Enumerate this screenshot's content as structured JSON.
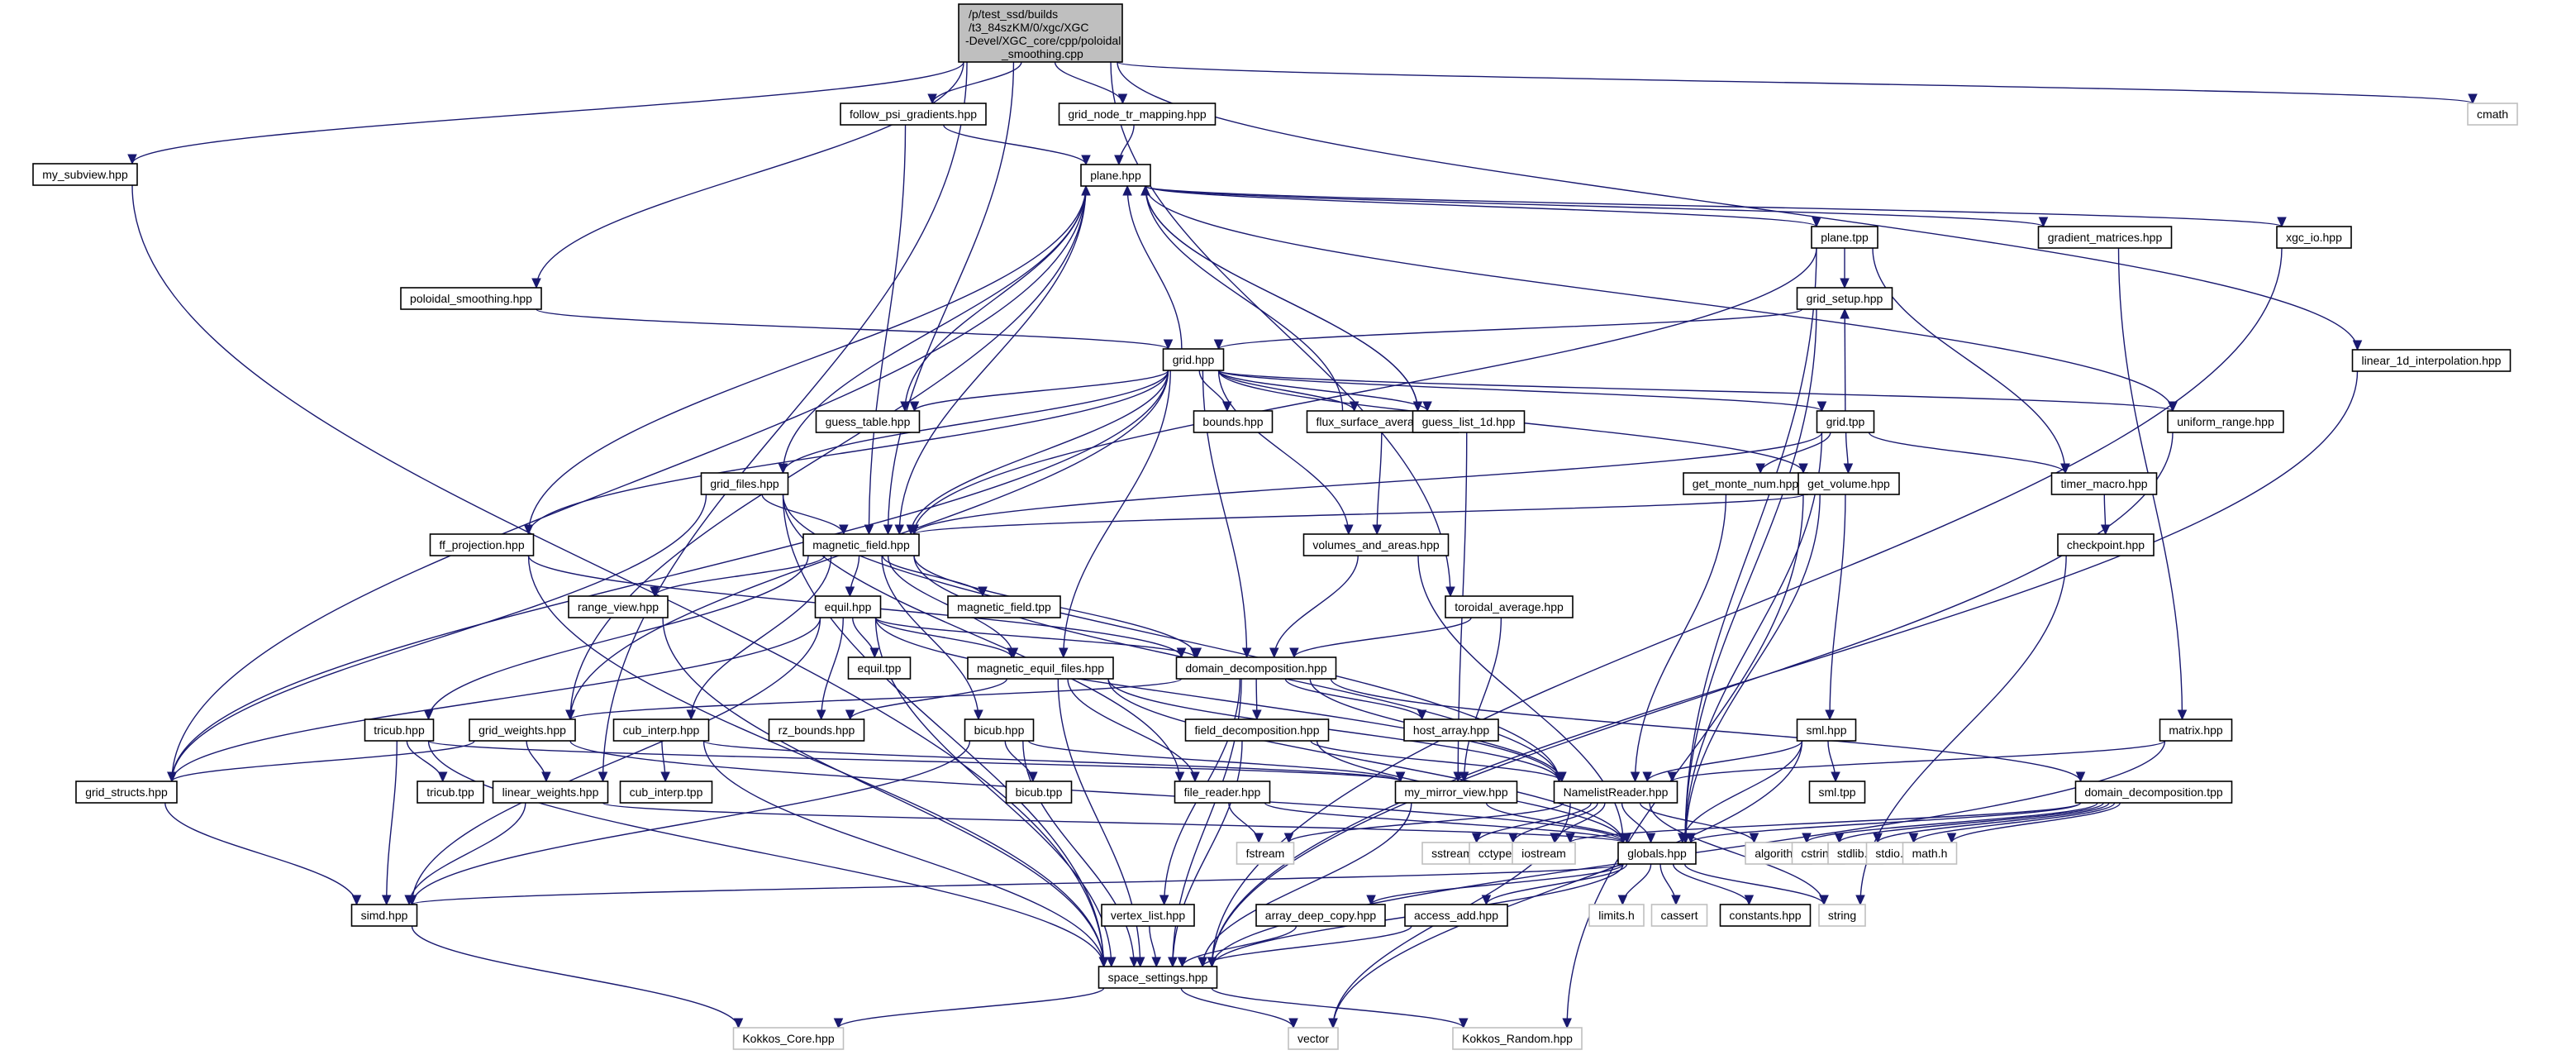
{
  "title": "Include dependency graph for poloidal_smoothing.cpp",
  "colors": {
    "edge": "#191970",
    "root_fill": "#bfbfbf",
    "node_border": "#000000",
    "external_border": "#bfbfbf"
  },
  "root": {
    "id": "root",
    "lines": [
      "/p/test_ssd/builds",
      "/t3_84szKM/0/xgc/XGC",
      "-Devel/XGC_core/cpp/poloidal",
      "_smoothing.cpp"
    ]
  },
  "nodes": [
    {
      "id": "my_subview",
      "label": "my_subview.hpp",
      "external": false
    },
    {
      "id": "follow_psi",
      "label": "follow_psi_gradients.hpp",
      "external": false
    },
    {
      "id": "grid_node_tr",
      "label": "grid_node_tr_mapping.hpp",
      "external": false
    },
    {
      "id": "cmath",
      "label": "cmath",
      "external": true
    },
    {
      "id": "plane_hpp",
      "label": "plane.hpp",
      "external": false
    },
    {
      "id": "plane_tpp",
      "label": "plane.tpp",
      "external": false
    },
    {
      "id": "gradient_matrices",
      "label": "gradient_matrices.hpp",
      "external": false
    },
    {
      "id": "xgc_io",
      "label": "xgc_io.hpp",
      "external": false
    },
    {
      "id": "poloidal_smoothing_hpp",
      "label": "poloidal_smoothing.hpp",
      "external": false
    },
    {
      "id": "grid_setup",
      "label": "grid_setup.hpp",
      "external": false
    },
    {
      "id": "grid_hpp",
      "label": "grid.hpp",
      "external": false
    },
    {
      "id": "linear_1d",
      "label": "linear_1d_interpolation.hpp",
      "external": false
    },
    {
      "id": "guess_table",
      "label": "guess_table.hpp",
      "external": false
    },
    {
      "id": "bounds",
      "label": "bounds.hpp",
      "external": false
    },
    {
      "id": "flux_surface",
      "label": "flux_surface_average.hpp",
      "external": false
    },
    {
      "id": "guess_list_1d",
      "label": "guess_list_1d.hpp",
      "external": false
    },
    {
      "id": "grid_tpp",
      "label": "grid.tpp",
      "external": false
    },
    {
      "id": "uniform_range",
      "label": "uniform_range.hpp",
      "external": false
    },
    {
      "id": "grid_files",
      "label": "grid_files.hpp",
      "external": false
    },
    {
      "id": "get_monte_num",
      "label": "get_monte_num.hpp",
      "external": false
    },
    {
      "id": "get_volume",
      "label": "get_volume.hpp",
      "external": false
    },
    {
      "id": "timer_macro",
      "label": "timer_macro.hpp",
      "external": false
    },
    {
      "id": "ff_projection",
      "label": "ff_projection.hpp",
      "external": false
    },
    {
      "id": "magnetic_field_hpp",
      "label": "magnetic_field.hpp",
      "external": false
    },
    {
      "id": "volumes_and_areas",
      "label": "volumes_and_areas.hpp",
      "external": false
    },
    {
      "id": "checkpoint",
      "label": "checkpoint.hpp",
      "external": false
    },
    {
      "id": "range_view",
      "label": "range_view.hpp",
      "external": false
    },
    {
      "id": "equil_hpp",
      "label": "equil.hpp",
      "external": false
    },
    {
      "id": "magnetic_field_tpp",
      "label": "magnetic_field.tpp",
      "external": false
    },
    {
      "id": "toroidal_average",
      "label": "toroidal_average.hpp",
      "external": false
    },
    {
      "id": "equil_tpp",
      "label": "equil.tpp",
      "external": false
    },
    {
      "id": "magnetic_equil_files",
      "label": "magnetic_equil_files.hpp",
      "external": false
    },
    {
      "id": "domain_decomposition_hpp",
      "label": "domain_decomposition.hpp",
      "external": false
    },
    {
      "id": "tricub_hpp",
      "label": "tricub.hpp",
      "external": false
    },
    {
      "id": "grid_weights",
      "label": "grid_weights.hpp",
      "external": false
    },
    {
      "id": "cub_interp_hpp",
      "label": "cub_interp.hpp",
      "external": false
    },
    {
      "id": "rz_bounds",
      "label": "rz_bounds.hpp",
      "external": false
    },
    {
      "id": "bicub_hpp",
      "label": "bicub.hpp",
      "external": false
    },
    {
      "id": "field_decomposition",
      "label": "field_decomposition.hpp",
      "external": false
    },
    {
      "id": "host_array",
      "label": "host_array.hpp",
      "external": false
    },
    {
      "id": "sml_hpp",
      "label": "sml.hpp",
      "external": false
    },
    {
      "id": "matrix_hpp",
      "label": "matrix.hpp",
      "external": false
    },
    {
      "id": "grid_structs",
      "label": "grid_structs.hpp",
      "external": false
    },
    {
      "id": "tricub_tpp",
      "label": "tricub.tpp",
      "external": false
    },
    {
      "id": "linear_weights",
      "label": "linear_weights.hpp",
      "external": false
    },
    {
      "id": "cub_interp_tpp",
      "label": "cub_interp.tpp",
      "external": false
    },
    {
      "id": "bicub_tpp",
      "label": "bicub.tpp",
      "external": false
    },
    {
      "id": "file_reader",
      "label": "file_reader.hpp",
      "external": false
    },
    {
      "id": "my_mirror_view",
      "label": "my_mirror_view.hpp",
      "external": false
    },
    {
      "id": "namelist_reader",
      "label": "NamelistReader.hpp",
      "external": false
    },
    {
      "id": "sml_tpp",
      "label": "sml.tpp",
      "external": false
    },
    {
      "id": "domain_decomposition_tpp",
      "label": "domain_decomposition.tpp",
      "external": false
    },
    {
      "id": "fstream",
      "label": "fstream",
      "external": true
    },
    {
      "id": "sstream",
      "label": "sstream",
      "external": true
    },
    {
      "id": "cctype",
      "label": "cctype",
      "external": true
    },
    {
      "id": "iostream",
      "label": "iostream",
      "external": true
    },
    {
      "id": "globals",
      "label": "globals.hpp",
      "external": false
    },
    {
      "id": "algorithm",
      "label": "algorithm",
      "external": true
    },
    {
      "id": "cstring",
      "label": "cstring",
      "external": true
    },
    {
      "id": "stdlib",
      "label": "stdlib.h",
      "external": true
    },
    {
      "id": "stdio",
      "label": "stdio.h",
      "external": true
    },
    {
      "id": "math_h",
      "label": "math.h",
      "external": true
    },
    {
      "id": "simd",
      "label": "simd.hpp",
      "external": false
    },
    {
      "id": "vertex_list",
      "label": "vertex_list.hpp",
      "external": false
    },
    {
      "id": "array_deep_copy",
      "label": "array_deep_copy.hpp",
      "external": false
    },
    {
      "id": "access_add",
      "label": "access_add.hpp",
      "external": false
    },
    {
      "id": "limits_h",
      "label": "limits.h",
      "external": true
    },
    {
      "id": "cassert",
      "label": "cassert",
      "external": true
    },
    {
      "id": "constants",
      "label": "constants.hpp",
      "external": false
    },
    {
      "id": "string",
      "label": "string",
      "external": true
    },
    {
      "id": "space_settings",
      "label": "space_settings.hpp",
      "external": false
    },
    {
      "id": "kokkos_core",
      "label": "Kokkos_Core.hpp",
      "external": true
    },
    {
      "id": "vector",
      "label": "vector",
      "external": true
    },
    {
      "id": "kokkos_random",
      "label": "Kokkos_Random.hpp",
      "external": true
    }
  ],
  "edges": [
    [
      "root",
      "my_subview"
    ],
    [
      "root",
      "follow_psi"
    ],
    [
      "root",
      "grid_node_tr"
    ],
    [
      "root",
      "cmath"
    ],
    [
      "root",
      "poloidal_smoothing_hpp"
    ],
    [
      "root",
      "linear_1d"
    ],
    [
      "root",
      "toroidal_average"
    ],
    [
      "root",
      "linear_weights"
    ],
    [
      "root",
      "magnetic_field_hpp"
    ],
    [
      "my_subview",
      "space_settings"
    ],
    [
      "follow_psi",
      "plane_hpp"
    ],
    [
      "follow_psi",
      "magnetic_field_hpp"
    ],
    [
      "grid_node_tr",
      "plane_hpp"
    ],
    [
      "plane_hpp",
      "plane_tpp"
    ],
    [
      "plane_hpp",
      "gradient_matrices"
    ],
    [
      "plane_hpp",
      "xgc_io"
    ],
    [
      "plane_hpp",
      "guess_table"
    ],
    [
      "plane_hpp",
      "grid_files"
    ],
    [
      "plane_hpp",
      "magnetic_field_hpp"
    ],
    [
      "plane_hpp",
      "grid_structs"
    ],
    [
      "plane_hpp",
      "grid_weights"
    ],
    [
      "plane_hpp",
      "uniform_range"
    ],
    [
      "plane_hpp",
      "guess_list_1d"
    ],
    [
      "plane_tpp",
      "grid_setup"
    ],
    [
      "plane_tpp",
      "magnetic_field_hpp"
    ],
    [
      "plane_tpp",
      "timer_macro"
    ],
    [
      "plane_tpp",
      "globals"
    ],
    [
      "gradient_matrices",
      "matrix_hpp"
    ],
    [
      "xgc_io",
      "space_settings"
    ],
    [
      "poloidal_smoothing_hpp",
      "grid_hpp"
    ],
    [
      "grid_setup",
      "grid_hpp"
    ],
    [
      "grid_setup",
      "globals"
    ],
    [
      "grid_hpp",
      "plane_hpp"
    ],
    [
      "grid_hpp",
      "guess_table"
    ],
    [
      "grid_hpp",
      "bounds"
    ],
    [
      "grid_hpp",
      "flux_surface"
    ],
    [
      "grid_hpp",
      "guess_list_1d"
    ],
    [
      "grid_hpp",
      "grid_tpp"
    ],
    [
      "grid_hpp",
      "uniform_range"
    ],
    [
      "grid_hpp",
      "grid_files"
    ],
    [
      "grid_hpp",
      "ff_projection"
    ],
    [
      "grid_hpp",
      "magnetic_field_hpp"
    ],
    [
      "grid_hpp",
      "volumes_and_areas"
    ],
    [
      "grid_hpp",
      "grid_structs"
    ],
    [
      "grid_hpp",
      "grid_weights"
    ],
    [
      "grid_hpp",
      "magnetic_equil_files"
    ],
    [
      "grid_hpp",
      "domain_decomposition_hpp"
    ],
    [
      "grid_hpp",
      "get_volume"
    ],
    [
      "linear_1d",
      "space_settings"
    ],
    [
      "flux_surface",
      "plane_hpp"
    ],
    [
      "flux_surface",
      "volumes_and_areas"
    ],
    [
      "guess_list_1d",
      "plane_hpp"
    ],
    [
      "guess_list_1d",
      "my_mirror_view"
    ],
    [
      "grid_tpp",
      "grid_setup"
    ],
    [
      "grid_tpp",
      "get_monte_num"
    ],
    [
      "grid_tpp",
      "get_volume"
    ],
    [
      "grid_tpp",
      "timer_macro"
    ],
    [
      "grid_tpp",
      "magnetic_field_hpp"
    ],
    [
      "grid_tpp",
      "globals"
    ],
    [
      "uniform_range",
      "space_settings"
    ],
    [
      "grid_files",
      "magnetic_field_hpp"
    ],
    [
      "grid_files",
      "grid_structs"
    ],
    [
      "grid_files",
      "file_reader"
    ],
    [
      "grid_files",
      "namelist_reader"
    ],
    [
      "grid_files",
      "space_settings"
    ],
    [
      "get_monte_num",
      "namelist_reader"
    ],
    [
      "get_volume",
      "magnetic_field_hpp"
    ],
    [
      "get_volume",
      "sml_hpp"
    ],
    [
      "get_volume",
      "globals"
    ],
    [
      "get_volume",
      "kokkos_random"
    ],
    [
      "timer_macro",
      "checkpoint"
    ],
    [
      "checkpoint",
      "string"
    ],
    [
      "ff_projection",
      "plane_hpp"
    ],
    [
      "ff_projection",
      "domain_decomposition_hpp"
    ],
    [
      "ff_projection",
      "space_settings"
    ],
    [
      "magnetic_field_hpp",
      "range_view"
    ],
    [
      "magnetic_field_hpp",
      "equil_hpp"
    ],
    [
      "magnetic_field_hpp",
      "magnetic_field_tpp"
    ],
    [
      "magnetic_field_hpp",
      "magnetic_equil_files"
    ],
    [
      "magnetic_field_hpp",
      "domain_decomposition_hpp"
    ],
    [
      "magnetic_field_hpp",
      "tricub_hpp"
    ],
    [
      "magnetic_field_hpp",
      "cub_interp_hpp"
    ],
    [
      "magnetic_field_hpp",
      "bicub_hpp"
    ],
    [
      "magnetic_field_hpp",
      "namelist_reader"
    ],
    [
      "volumes_and_areas",
      "domain_decomposition_hpp"
    ],
    [
      "volumes_and_areas",
      "globals"
    ],
    [
      "range_view",
      "space_settings"
    ],
    [
      "equil_hpp",
      "equil_tpp"
    ],
    [
      "equil_hpp",
      "rz_bounds"
    ],
    [
      "equil_hpp",
      "magnetic_equil_files"
    ],
    [
      "equil_hpp",
      "grid_structs"
    ],
    [
      "equil_hpp",
      "simd"
    ],
    [
      "equil_hpp",
      "space_settings"
    ],
    [
      "equil_hpp",
      "namelist_reader"
    ],
    [
      "equil_hpp",
      "domain_decomposition_hpp"
    ],
    [
      "toroidal_average",
      "domain_decomposition_hpp"
    ],
    [
      "toroidal_average",
      "my_mirror_view"
    ],
    [
      "magnetic_equil_files",
      "rz_bounds"
    ],
    [
      "magnetic_equil_files",
      "file_reader"
    ],
    [
      "magnetic_equil_files",
      "namelist_reader"
    ],
    [
      "magnetic_equil_files",
      "space_settings"
    ],
    [
      "magnetic_equil_files",
      "globals"
    ],
    [
      "domain_decomposition_hpp",
      "grid_weights"
    ],
    [
      "domain_decomposition_hpp",
      "field_decomposition"
    ],
    [
      "domain_decomposition_hpp",
      "host_array"
    ],
    [
      "domain_decomposition_hpp",
      "namelist_reader"
    ],
    [
      "domain_decomposition_hpp",
      "domain_decomposition_tpp"
    ],
    [
      "domain_decomposition_hpp",
      "vertex_list"
    ],
    [
      "domain_decomposition_hpp",
      "space_settings"
    ],
    [
      "tricub_hpp",
      "tricub_tpp"
    ],
    [
      "tricub_hpp",
      "simd"
    ],
    [
      "tricub_hpp",
      "my_mirror_view"
    ],
    [
      "tricub_hpp",
      "space_settings"
    ],
    [
      "grid_weights",
      "grid_structs"
    ],
    [
      "grid_weights",
      "linear_weights"
    ],
    [
      "grid_weights",
      "globals"
    ],
    [
      "cub_interp_hpp",
      "cub_interp_tpp"
    ],
    [
      "cub_interp_hpp",
      "my_mirror_view"
    ],
    [
      "cub_interp_hpp",
      "space_settings"
    ],
    [
      "bicub_hpp",
      "bicub_tpp"
    ],
    [
      "bicub_hpp",
      "simd"
    ],
    [
      "bicub_hpp",
      "my_mirror_view"
    ],
    [
      "bicub_hpp",
      "space_settings"
    ],
    [
      "field_decomposition",
      "namelist_reader"
    ],
    [
      "field_decomposition",
      "globals"
    ],
    [
      "field_decomposition",
      "space_settings"
    ],
    [
      "sml_hpp",
      "sml_tpp"
    ],
    [
      "sml_hpp",
      "namelist_reader"
    ],
    [
      "sml_hpp",
      "globals"
    ],
    [
      "sml_hpp",
      "vector"
    ],
    [
      "matrix_hpp",
      "namelist_reader"
    ],
    [
      "matrix_hpp",
      "space_settings"
    ],
    [
      "grid_structs",
      "simd"
    ],
    [
      "linear_weights",
      "simd"
    ],
    [
      "linear_weights",
      "globals"
    ],
    [
      "file_reader",
      "fstream"
    ],
    [
      "file_reader",
      "globals"
    ],
    [
      "my_mirror_view",
      "space_settings"
    ],
    [
      "my_mirror_view",
      "globals"
    ],
    [
      "namelist_reader",
      "fstream"
    ],
    [
      "namelist_reader",
      "sstream"
    ],
    [
      "namelist_reader",
      "cctype"
    ],
    [
      "namelist_reader",
      "iostream"
    ],
    [
      "namelist_reader",
      "globals"
    ],
    [
      "namelist_reader",
      "string"
    ],
    [
      "namelist_reader",
      "algorithm"
    ],
    [
      "namelist_reader",
      "vector"
    ],
    [
      "domain_decomposition_tpp",
      "globals"
    ],
    [
      "domain_decomposition_tpp",
      "algorithm"
    ],
    [
      "domain_decomposition_tpp",
      "cstring"
    ],
    [
      "domain_decomposition_tpp",
      "stdlib"
    ],
    [
      "domain_decomposition_tpp",
      "stdio"
    ],
    [
      "domain_decomposition_tpp",
      "math_h"
    ],
    [
      "domain_decomposition_tpp",
      "iostream"
    ],
    [
      "globals",
      "simd"
    ],
    [
      "globals",
      "array_deep_copy"
    ],
    [
      "globals",
      "access_add"
    ],
    [
      "globals",
      "limits_h"
    ],
    [
      "globals",
      "cassert"
    ],
    [
      "globals",
      "constants"
    ],
    [
      "globals",
      "string"
    ],
    [
      "globals",
      "space_settings"
    ],
    [
      "simd",
      "kokkos_core"
    ],
    [
      "vertex_list",
      "space_settings"
    ],
    [
      "array_deep_copy",
      "space_settings"
    ],
    [
      "access_add",
      "space_settings"
    ],
    [
      "space_settings",
      "kokkos_core"
    ],
    [
      "space_settings",
      "vector"
    ],
    [
      "space_settings",
      "kokkos_random"
    ]
  ]
}
